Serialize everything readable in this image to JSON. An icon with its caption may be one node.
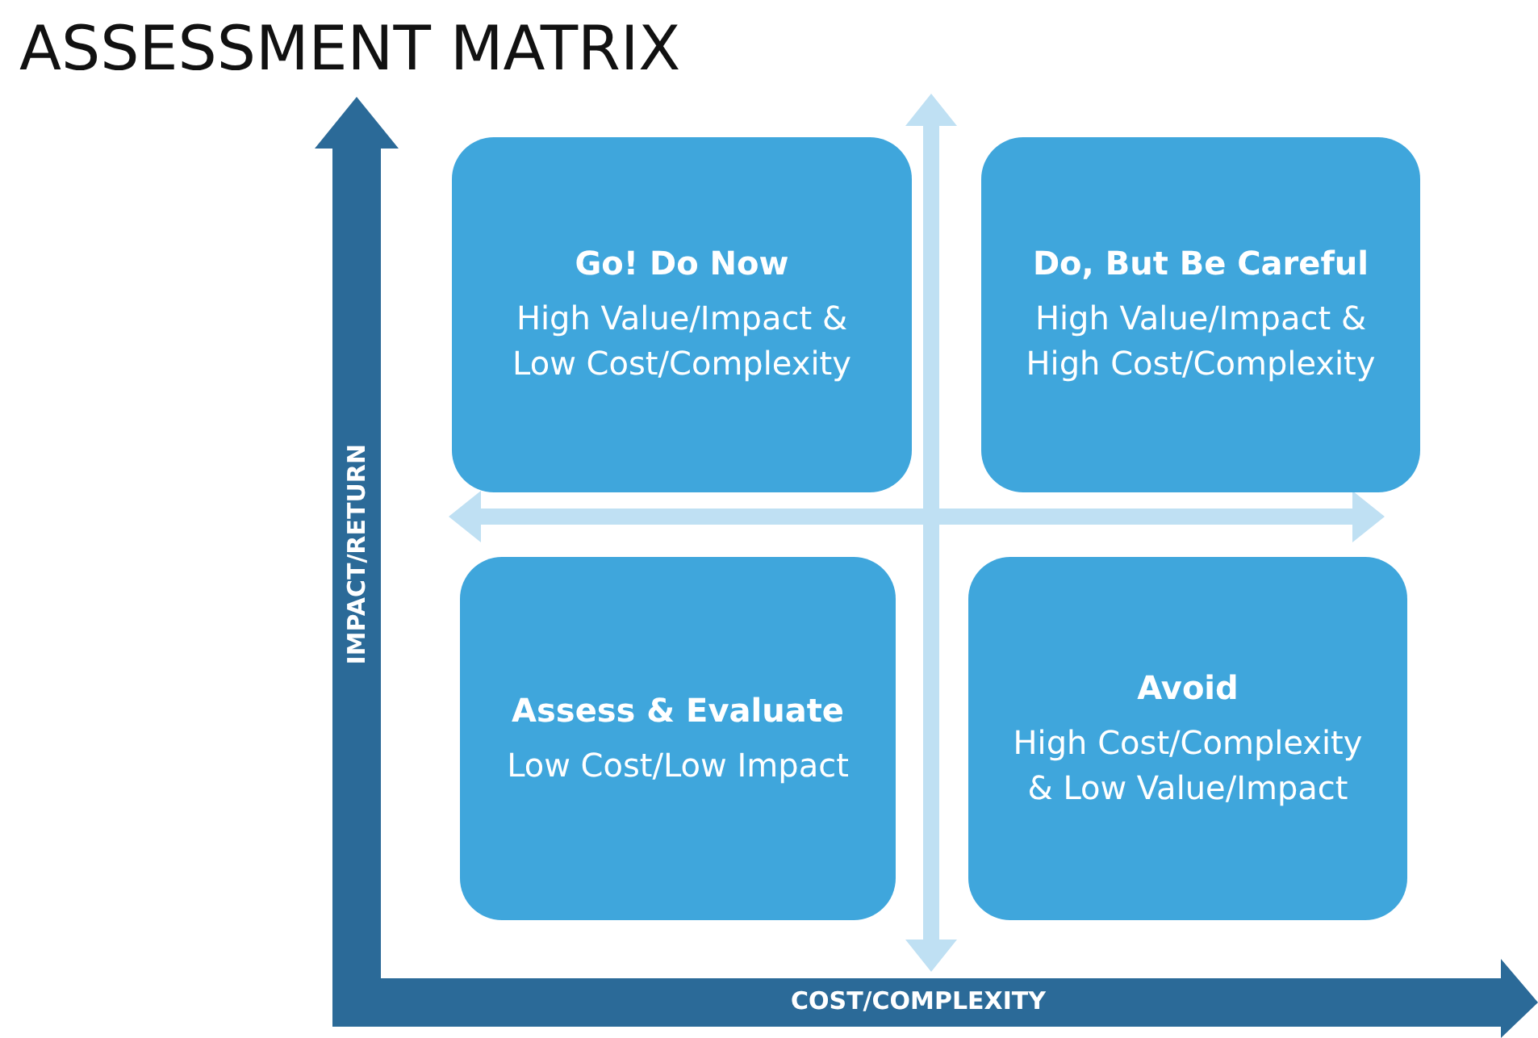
{
  "diagram": {
    "title": "ASSESSMENT MATRIX",
    "nodes": [
      {
        "text": [
          "Go! Do Now",
          "High Value/Impact & Low Cost/Complexity"
        ]
      },
      {
        "text": [
          "Do, But Be Careful",
          "High Value/Impact & High Cost/Complexity"
        ]
      },
      {
        "text": [
          "Assess & Evaluate",
          "Low Cost/Low Impact"
        ]
      },
      {
        "text": [
          "Avoid",
          "High Cost/Complexity & Low Value/Impact"
        ]
      }
    ],
    "edges": [],
    "labels": [
      "IMPACT/RETURN",
      "COST/COMPLEXITY"
    ]
  }
}
